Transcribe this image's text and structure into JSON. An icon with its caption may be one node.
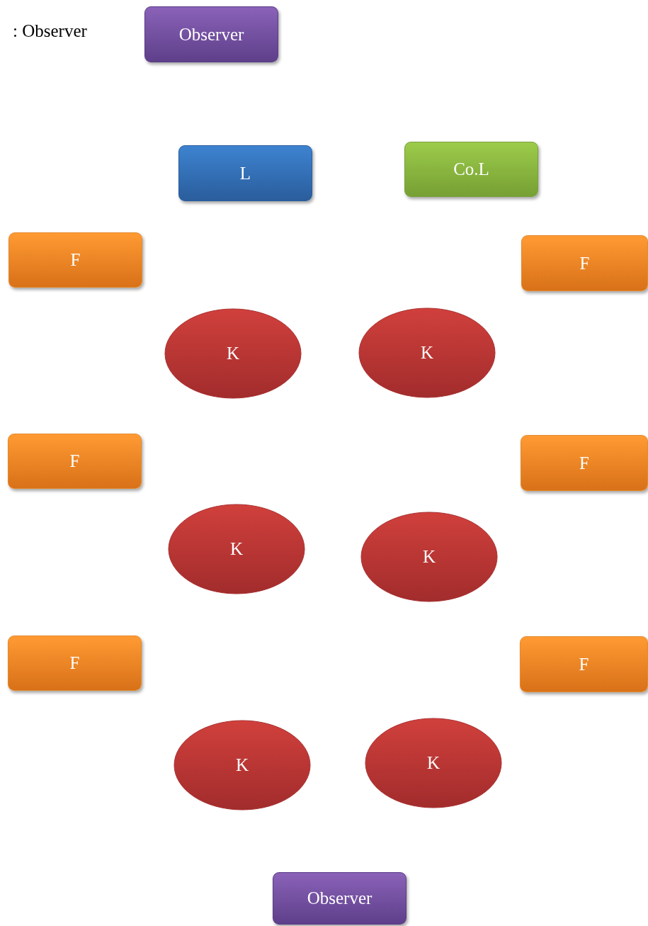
{
  "diagram": {
    "nodes": [
      {
        "text": [
          "Observer"
        ]
      },
      {
        "text": [
          "L"
        ]
      },
      {
        "text": [
          "Co.L"
        ]
      },
      {
        "text": [
          "F"
        ]
      },
      {
        "text": [
          "F"
        ]
      },
      {
        "text": [
          "K"
        ]
      },
      {
        "text": [
          "K"
        ]
      },
      {
        "text": [
          "F"
        ]
      },
      {
        "text": [
          "F"
        ]
      },
      {
        "text": [
          "K"
        ]
      },
      {
        "text": [
          "K"
        ]
      },
      {
        "text": [
          "F"
        ]
      },
      {
        "text": [
          "F"
        ]
      },
      {
        "text": [
          "K"
        ]
      },
      {
        "text": [
          "K"
        ]
      },
      {
        "text": [
          "Observer"
        ]
      }
    ],
    "labels": [
      ": Observer"
    ]
  }
}
